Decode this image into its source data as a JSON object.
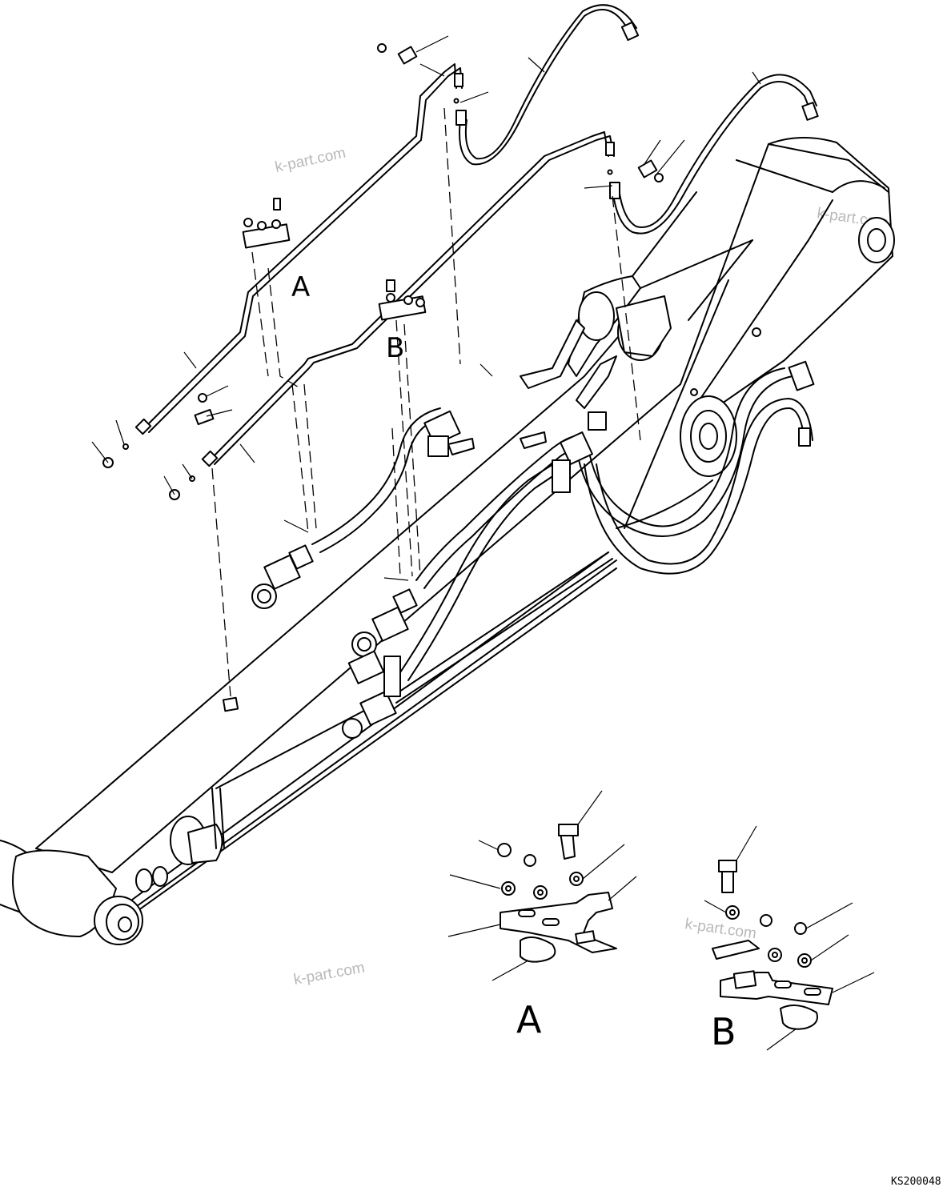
{
  "labels": {
    "callout_a": "A",
    "callout_b": "B",
    "detail_a": "A",
    "detail_b": "B"
  },
  "watermarks": [
    "k-part.com",
    "k-part.com",
    "k-part.com",
    "k-part.com"
  ],
  "drawing_code": "KS200048"
}
